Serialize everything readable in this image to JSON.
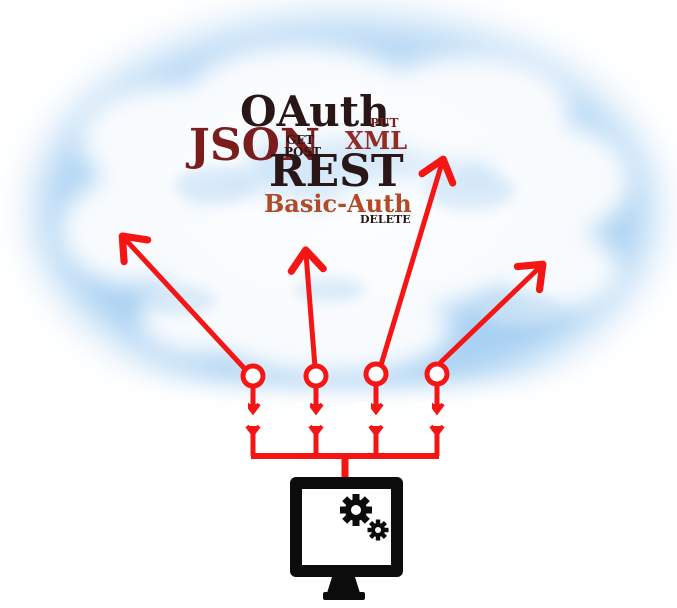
{
  "words": {
    "oauth": "OAuth",
    "put": "PUT",
    "json": "JSON",
    "get": "GET",
    "post": "POST",
    "xml": "XML",
    "rest": "REST",
    "basic_auth": "Basic-Auth",
    "delete": "DELETE"
  },
  "colors": {
    "dark_text": "#2a1616",
    "maroon": "#7a1d1d",
    "red_brown": "#922a25",
    "orange_brown": "#b24a25",
    "arrow_red": "#f51515",
    "cloud_blue": "#8fc3ee",
    "monitor": "#0c0c0c"
  },
  "icons": {
    "monitor": "desktop-monitor-icon",
    "gears": "gears-icon"
  }
}
